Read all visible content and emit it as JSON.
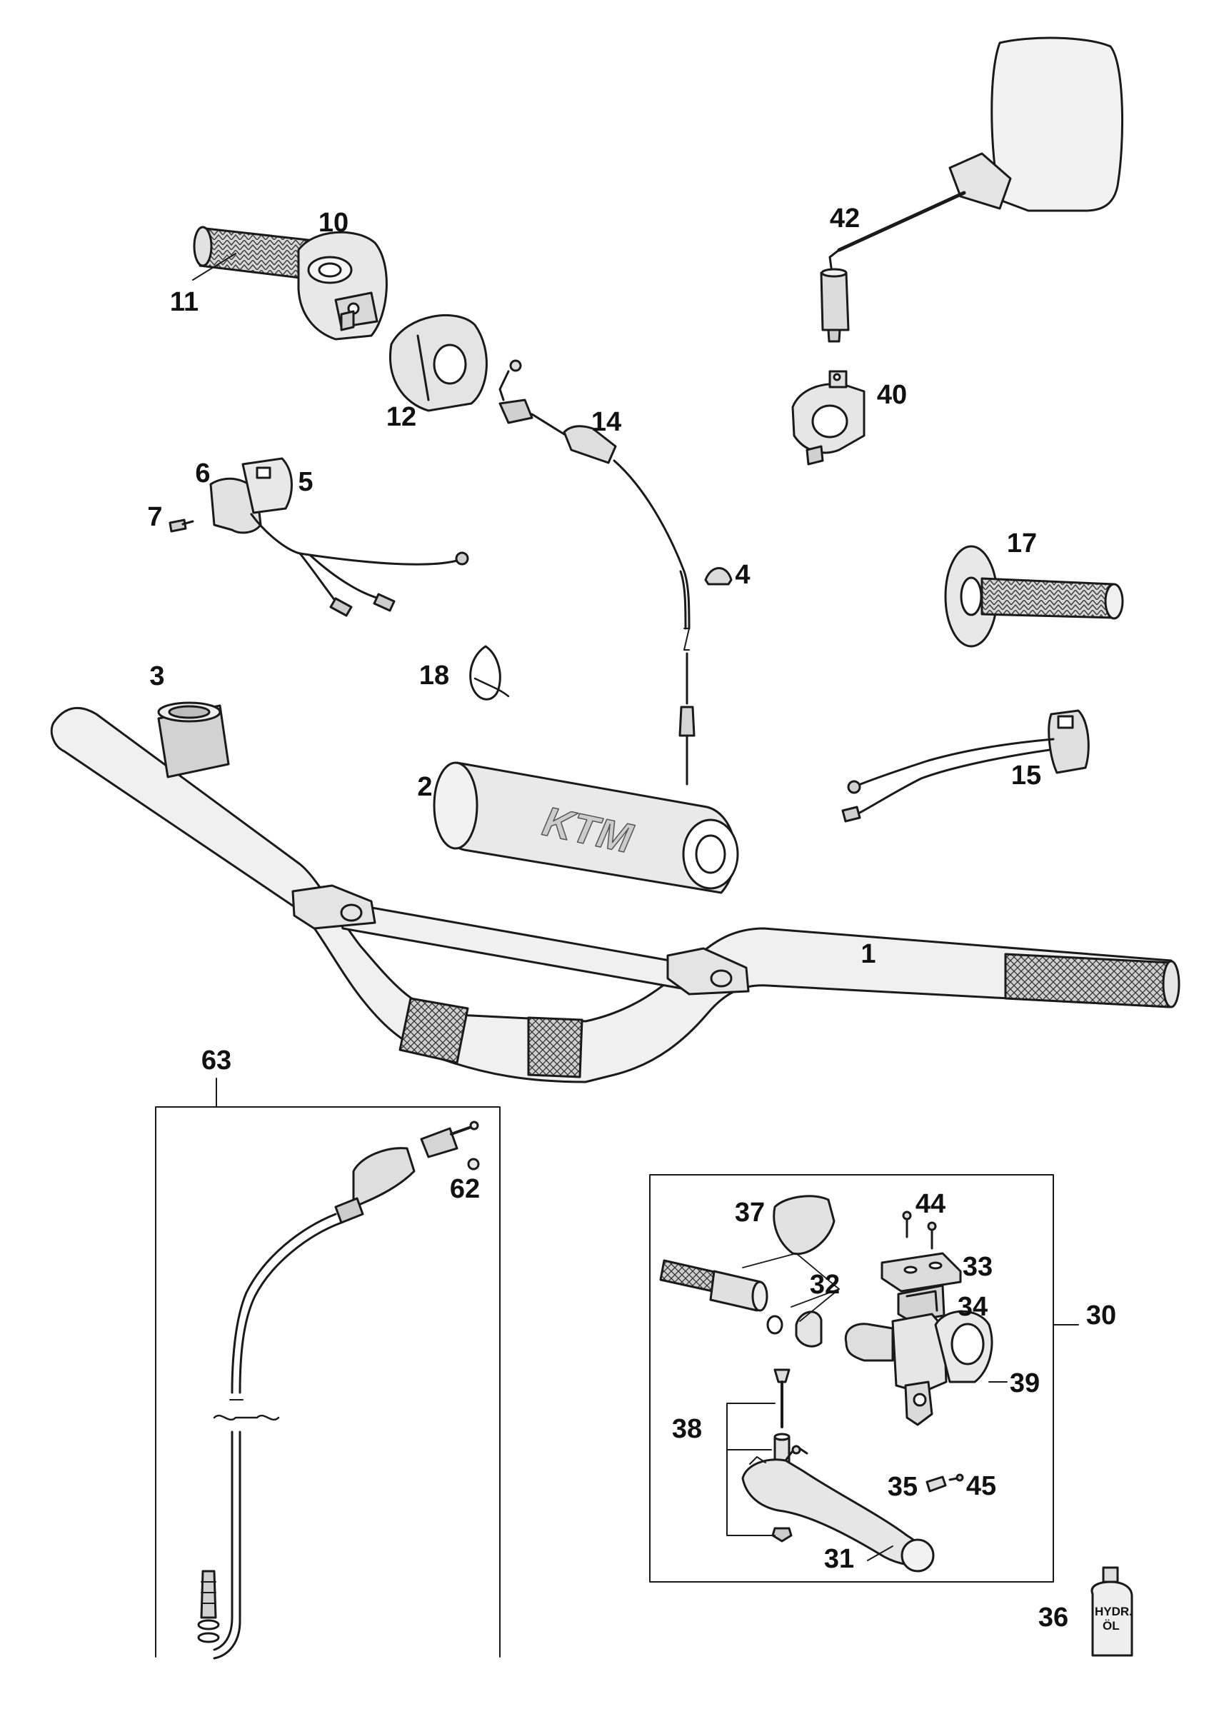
{
  "diagram": {
    "logo_text": "KTM",
    "bottle_label_line1": "HYDR.",
    "bottle_label_line2": "ÖL",
    "line_color": "#1a1a1a",
    "fill_light": "#eeeeee",
    "fill_mid": "#dcdcdc",
    "fill_dark": "#bdbdbd",
    "callouts": [
      {
        "id": "1",
        "label": "1"
      },
      {
        "id": "2",
        "label": "2"
      },
      {
        "id": "3",
        "label": "3"
      },
      {
        "id": "4",
        "label": "4"
      },
      {
        "id": "5",
        "label": "5"
      },
      {
        "id": "6",
        "label": "6"
      },
      {
        "id": "7",
        "label": "7"
      },
      {
        "id": "10",
        "label": "10"
      },
      {
        "id": "11",
        "label": "11"
      },
      {
        "id": "12",
        "label": "12"
      },
      {
        "id": "14",
        "label": "14"
      },
      {
        "id": "15",
        "label": "15"
      },
      {
        "id": "17",
        "label": "17"
      },
      {
        "id": "18",
        "label": "18"
      },
      {
        "id": "30",
        "label": "30"
      },
      {
        "id": "31",
        "label": "31"
      },
      {
        "id": "32",
        "label": "32"
      },
      {
        "id": "33",
        "label": "33"
      },
      {
        "id": "34",
        "label": "34"
      },
      {
        "id": "35",
        "label": "35"
      },
      {
        "id": "36",
        "label": "36"
      },
      {
        "id": "37",
        "label": "37"
      },
      {
        "id": "38",
        "label": "38"
      },
      {
        "id": "39",
        "label": "39"
      },
      {
        "id": "40",
        "label": "40"
      },
      {
        "id": "42",
        "label": "42"
      },
      {
        "id": "44",
        "label": "44"
      },
      {
        "id": "45",
        "label": "45"
      },
      {
        "id": "62",
        "label": "62"
      },
      {
        "id": "63",
        "label": "63"
      }
    ]
  }
}
